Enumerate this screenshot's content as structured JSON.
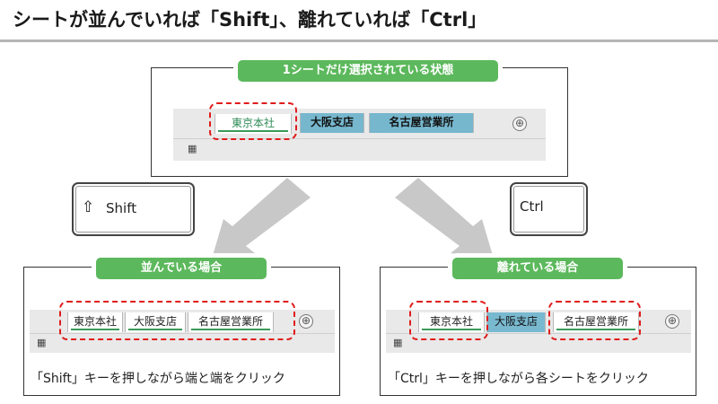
{
  "title": "シートが並んでいれば「Shift」、離れていれば「Ctrl」",
  "top_panel": {
    "label": "1シートだけ選択されている状態",
    "tabs": [
      "東京本社",
      "大阪支店",
      "名古屋営業所"
    ],
    "add_symbol": "⊕",
    "calc_symbol": "▦"
  },
  "keys": {
    "shift_symbol": "⇧",
    "shift_label": "Shift",
    "ctrl_label": "Ctrl"
  },
  "left_panel": {
    "label": "並んでいる場合",
    "tabs": [
      "東京本社",
      "大阪支店",
      "名古屋営業所"
    ],
    "add_symbol": "⊕",
    "calc_symbol": "▦",
    "caption": "「Shift」キーを押しながら端と端をクリック"
  },
  "right_panel": {
    "label": "離れている場合",
    "tabs": [
      "東京本社",
      "大阪支店",
      "名古屋営業所"
    ],
    "add_symbol": "⊕",
    "calc_symbol": "▦",
    "caption": "「Ctrl」キーを押しながら各シートをクリック"
  },
  "colors": {
    "pill_green": "#5cb85c",
    "selected_tab_blue": "#76b7cd",
    "highlight_red": "#e01b1b",
    "arrow_gray": "#c8c8c8"
  }
}
